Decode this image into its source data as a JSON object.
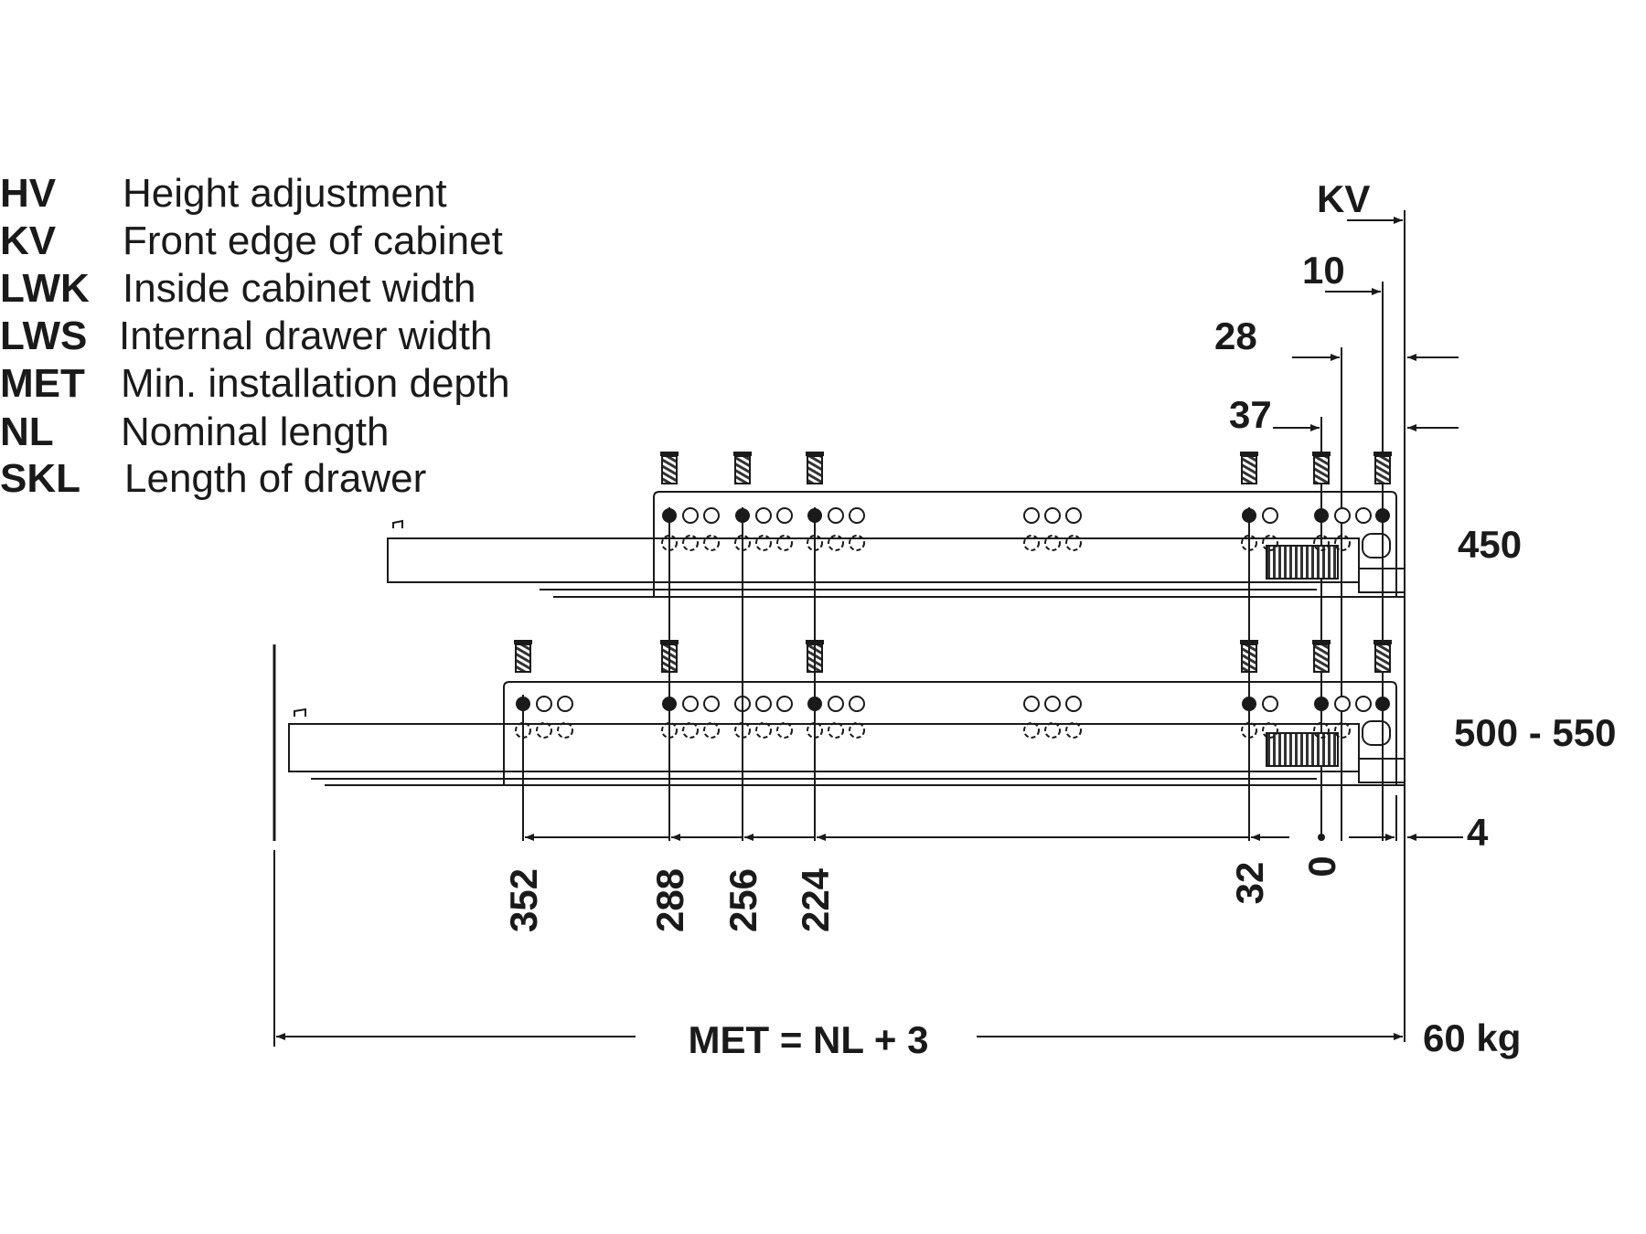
{
  "legend": [
    {
      "abbr": "HV",
      "desc": "Height adjustment"
    },
    {
      "abbr": "KV",
      "desc": "Front edge of cabinet"
    },
    {
      "abbr": "LWK",
      "desc": "Inside cabinet width"
    },
    {
      "abbr": "LWS",
      "desc": "Internal drawer width"
    },
    {
      "abbr": "MET",
      "desc": "Min. installation depth"
    },
    {
      "abbr": "NL",
      "desc": "Nominal length"
    },
    {
      "abbr": "SKL",
      "desc": "Length of drawer"
    }
  ],
  "top_dimensions": {
    "kv": "KV",
    "d10": "10",
    "d28": "28",
    "d37": "37"
  },
  "drawer_lengths": {
    "upper": "450",
    "lower": "500 - 550"
  },
  "hole_positions": [
    "352",
    "288",
    "256",
    "224",
    "32",
    "0"
  ],
  "offset_4": "4",
  "formula": "MET = NL + 3",
  "load_capacity": "60 kg"
}
